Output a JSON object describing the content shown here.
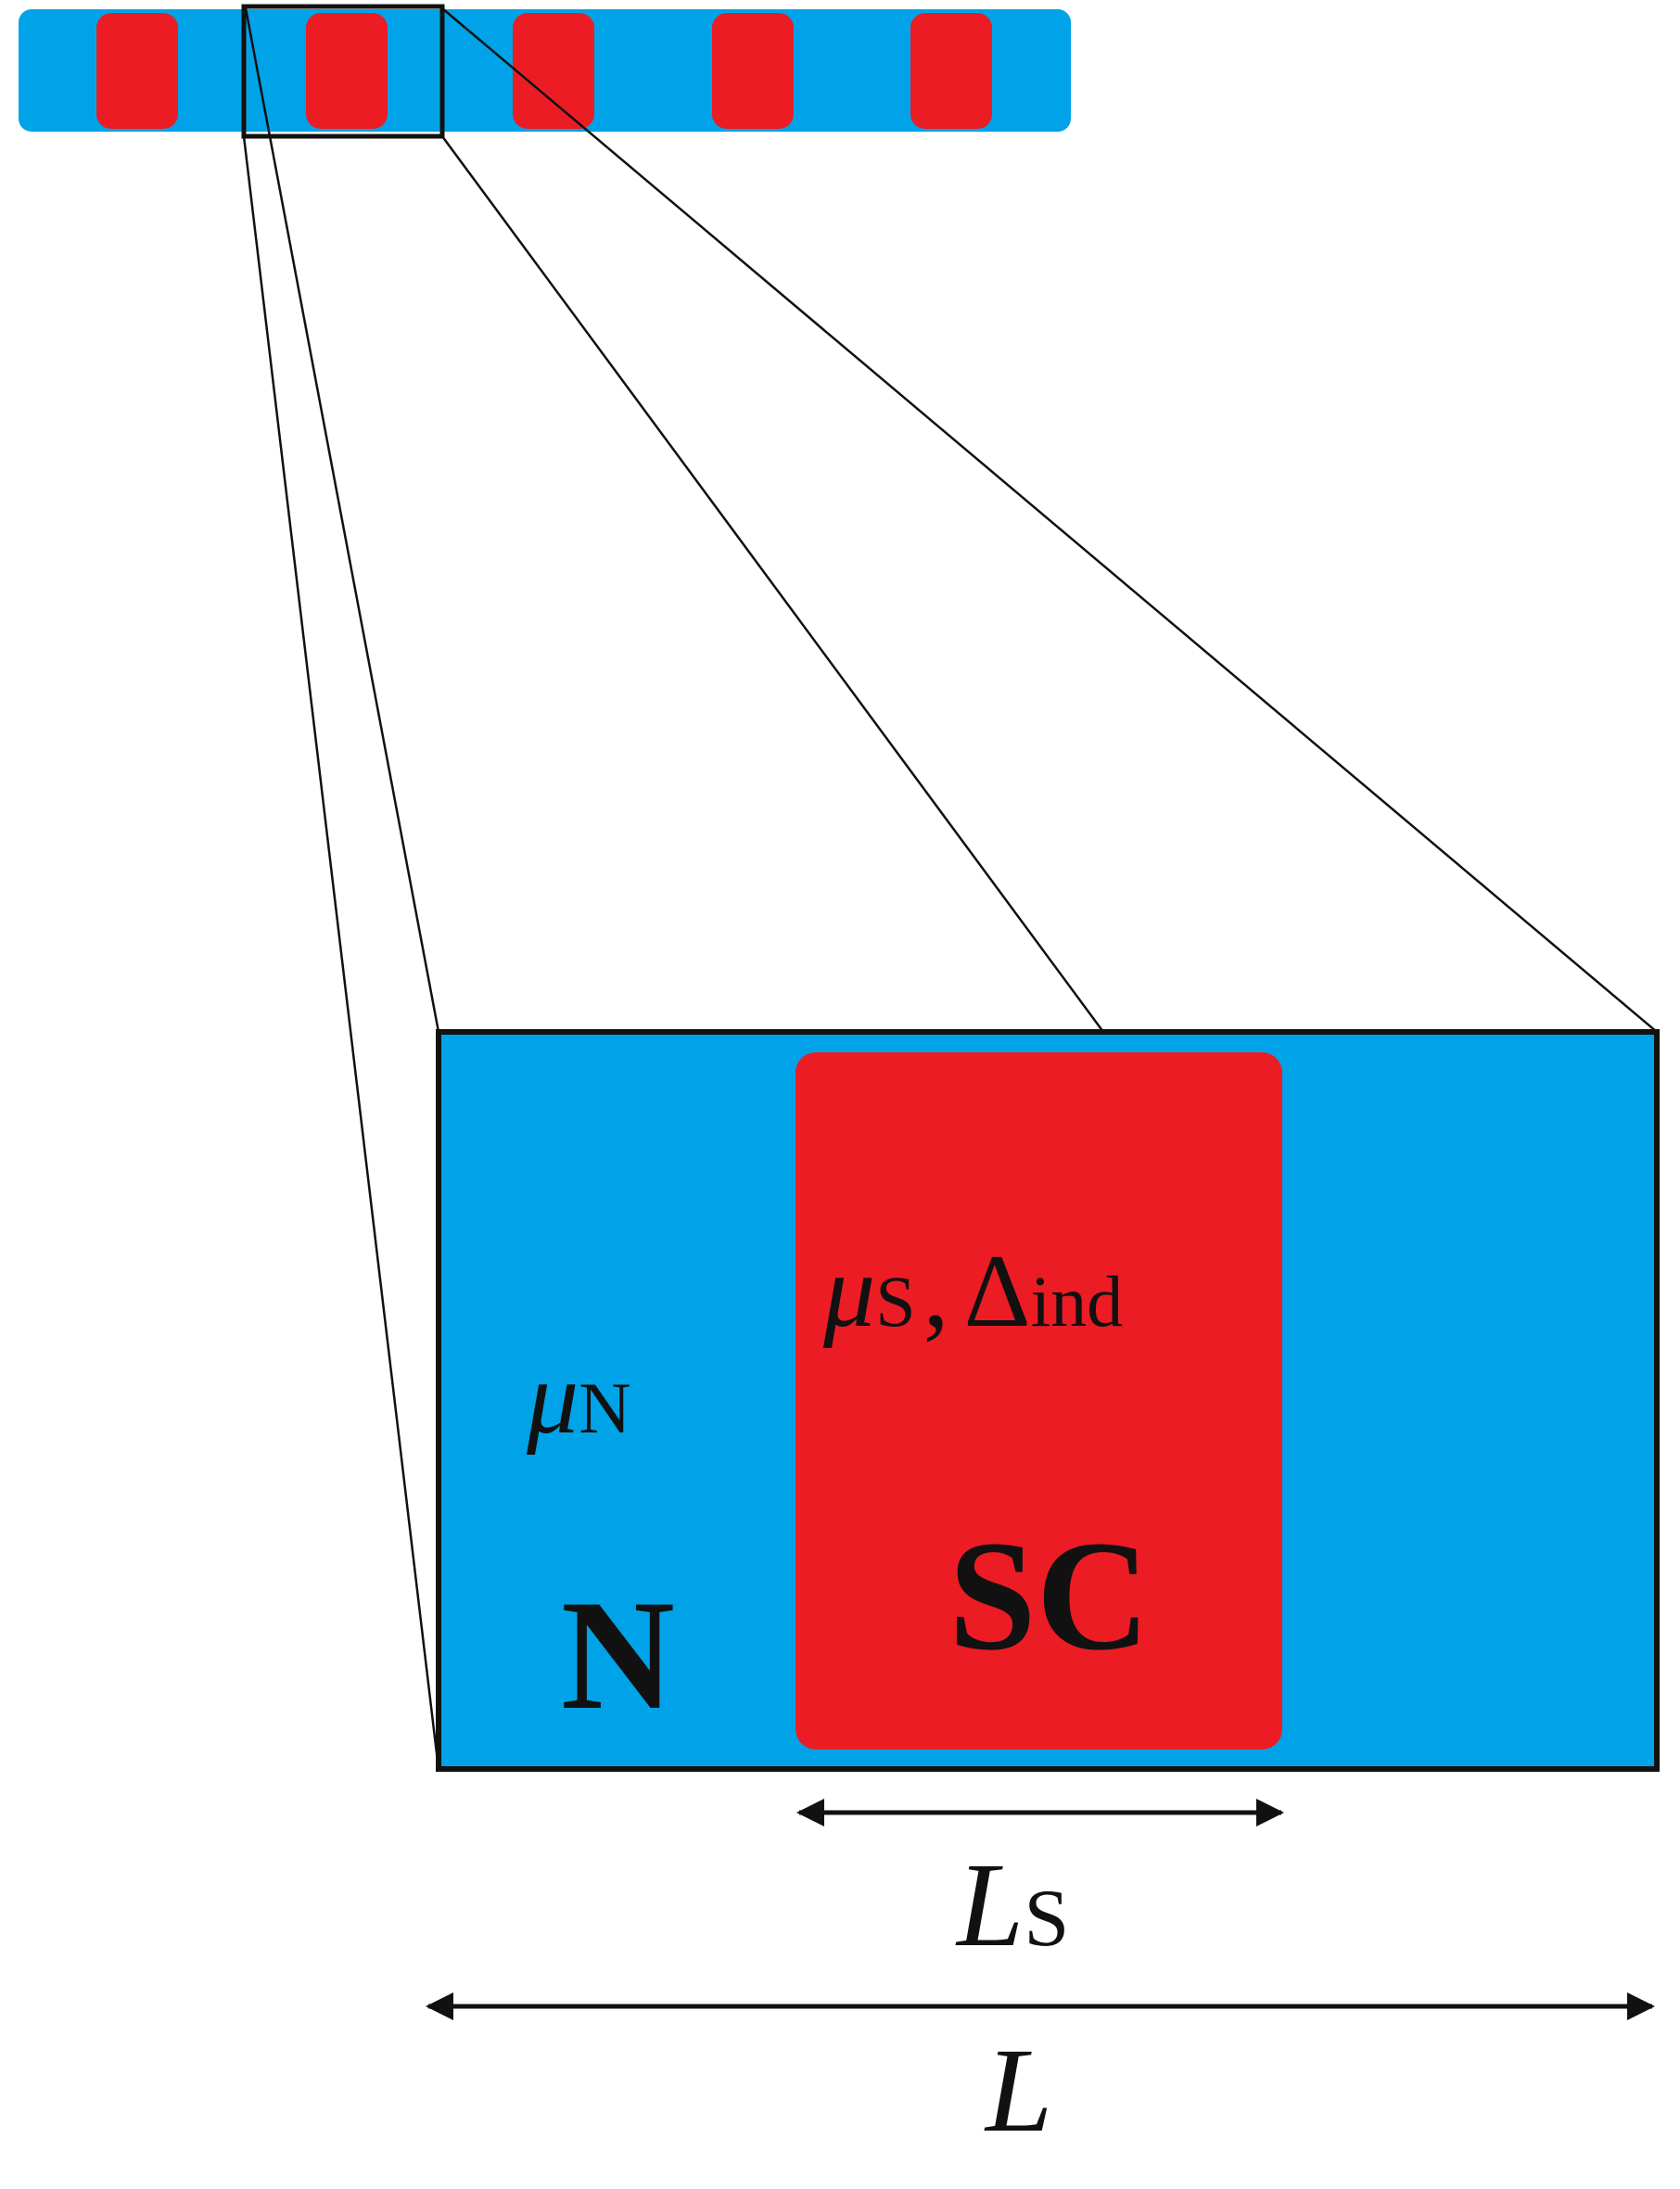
{
  "colors": {
    "normal": "#00a3e7",
    "superconductor": "#ec1c24",
    "outline": "#111111",
    "background": "#ffffff"
  },
  "wire": {
    "segment_count": 5,
    "highlighted_segment": 2
  },
  "labels": {
    "mu_symbol": "μ",
    "mu_n_sub": "N",
    "mu_s_sub": "S",
    "separator": ",",
    "delta_symbol": "Δ",
    "delta_sub": "ind",
    "region_n": "N",
    "region_sc": "SC",
    "ls_symbol": "L",
    "ls_sub": "S",
    "l_symbol": "L"
  }
}
